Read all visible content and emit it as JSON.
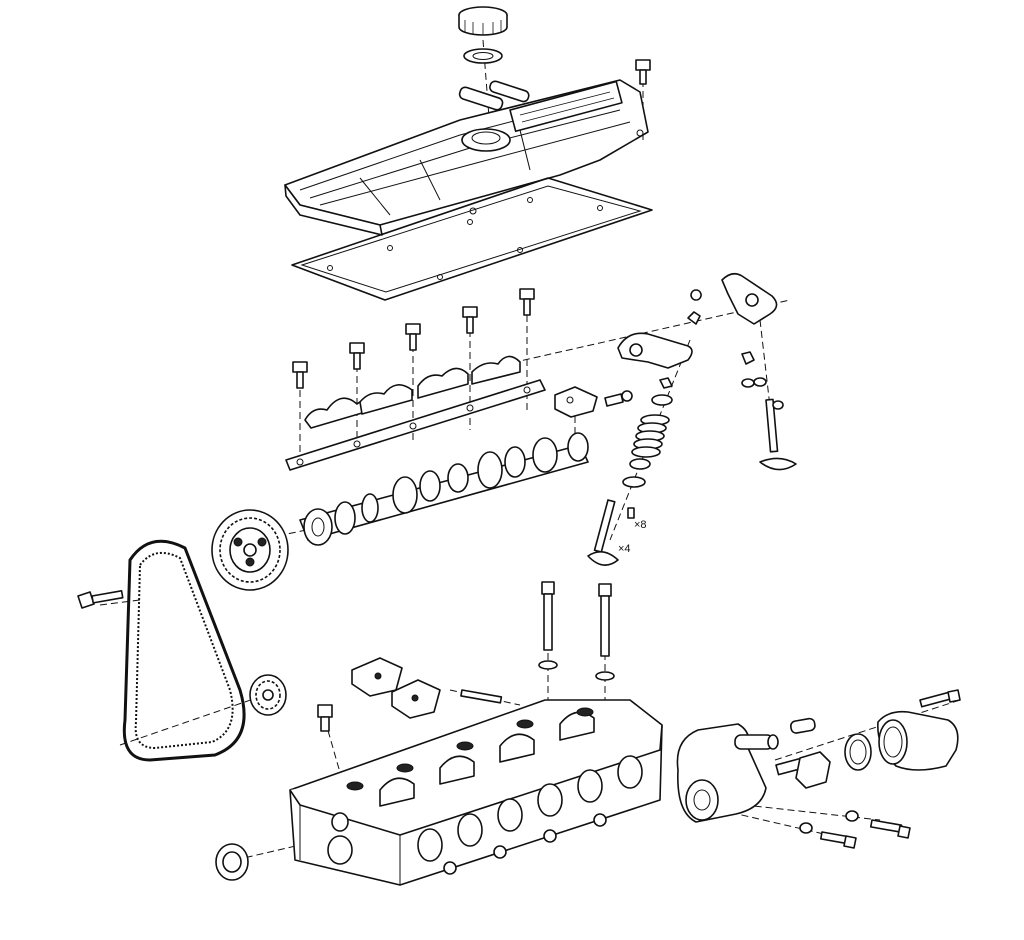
{
  "diagram": {
    "callouts": [
      {
        "id": "count-4",
        "text": "×4"
      },
      {
        "id": "count-8",
        "text": "×8"
      }
    ]
  },
  "colors": {
    "ink": "#111111",
    "paper": "#ffffff"
  },
  "icons": [
    "oil-filler-cap",
    "valve-cover",
    "gasket",
    "bolt",
    "bearing-cap",
    "camshaft",
    "camshaft-pulley",
    "timing-belt",
    "crank-sprocket",
    "rocker-arm",
    "valve",
    "valve-spring",
    "stud",
    "cylinder-head",
    "thermostat-housing",
    "oil-seal"
  ]
}
